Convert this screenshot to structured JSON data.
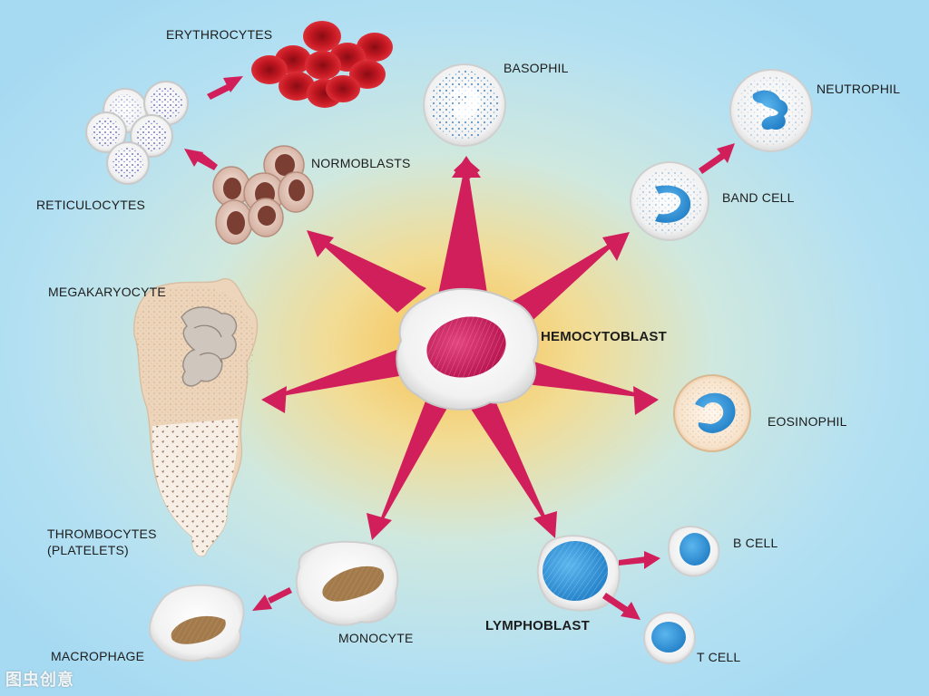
{
  "labels": {
    "erythrocytes": "ERYTHROCYTES",
    "basophil": "BASOPHIL",
    "neutrophil": "NEUTROPHIL",
    "normoblasts": "NORMOBLASTS",
    "reticulocytes": "RETICULOCYTES",
    "band_cell": "BAND CELL",
    "megakaryocyte": "MEGAKARYOCYTE",
    "hemocytoblast": "HEMOCYTOBLAST",
    "eosinophil": "EOSINOPHIL",
    "thrombocytes_line1": "THROMBOCYTES",
    "thrombocytes_line2": "(PLATELETS)",
    "b_cell": "B CELL",
    "lymphoblast": "LYMPHOBLAST",
    "monocyte": "MONOCYTE",
    "macrophage": "MACROPHAGE",
    "t_cell": "T CELL"
  },
  "watermark": "图虫创意",
  "colors": {
    "background_edge": "#a9ddf3",
    "background_center": "#f6c75a",
    "arrow": "#d11f5c",
    "nucleus_red": "#c8195a",
    "erythrocyte": "#c0171f",
    "nucleus_blue": "#2e8fd4",
    "normoblast_body": "#e6c9bd",
    "normoblast_nucleus": "#7a3e33",
    "monocyte_nucleus": "#a0784a",
    "megakaryocyte_body": "#ead2b8"
  }
}
